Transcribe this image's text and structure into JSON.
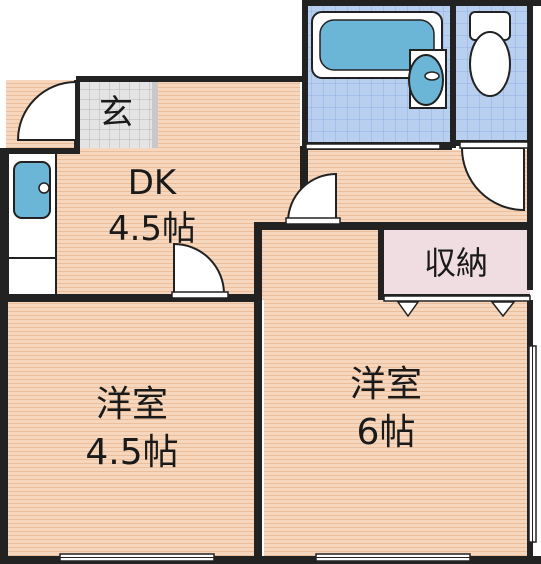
{
  "rooms": {
    "entrance": {
      "label": "玄"
    },
    "dk": {
      "name": "DK",
      "size": "4.5帖"
    },
    "western_left": {
      "name": "洋室",
      "size": "4.5帖"
    },
    "western_right": {
      "name": "洋室",
      "size": "6帖"
    },
    "storage": {
      "label": "収納"
    }
  },
  "colors": {
    "wall": "#222222",
    "floor": "#f6d7bd",
    "floor_line": "#ebbf9b",
    "tile": "#b8cff0",
    "tile_grid": "#8fb0e0",
    "fixture": "#6bb6d6",
    "storage_fill": "#f0dde2",
    "entrance_fill": "#dcdcdc"
  }
}
